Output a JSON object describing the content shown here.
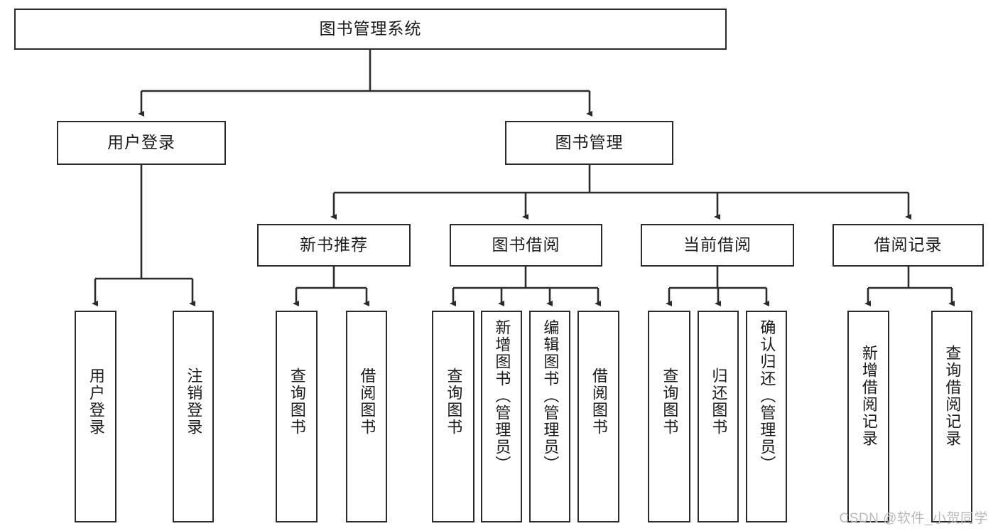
{
  "diagram": {
    "title": "图书管理系统",
    "watermark": "CSDN @软件_小贺同学",
    "colors": {
      "box_border": "#2b2b2b",
      "box_fill": "#ffffff",
      "connector": "#2b2b2b",
      "text": "#1b1b1b",
      "watermark": "#b9b9b9",
      "background": "#ffffff"
    },
    "root": {
      "label": "图书管理系统"
    },
    "level2": [
      {
        "label": "用户登录"
      },
      {
        "label": "图书管理"
      }
    ],
    "level3": [
      {
        "label": "新书推荐"
      },
      {
        "label": "图书借阅"
      },
      {
        "label": "当前借阅"
      },
      {
        "label": "借阅记录"
      }
    ],
    "leaves": {
      "user_login": [
        {
          "label": "用户登录"
        },
        {
          "label": "注销登录"
        }
      ],
      "new_book_recommend": [
        {
          "label": "查询图书"
        },
        {
          "label": "借阅图书"
        }
      ],
      "book_borrow": [
        {
          "label": "查询图书"
        },
        {
          "label": "新增图书（管理员）"
        },
        {
          "label": "编辑图书（管理员）"
        },
        {
          "label": "借阅图书"
        }
      ],
      "current_borrow": [
        {
          "label": "查询图书"
        },
        {
          "label": "归还图书"
        },
        {
          "label": "确认归还（管理员）"
        }
      ],
      "borrow_record": [
        {
          "label": "新增借阅记录"
        },
        {
          "label": "查询借阅记录"
        }
      ]
    }
  }
}
